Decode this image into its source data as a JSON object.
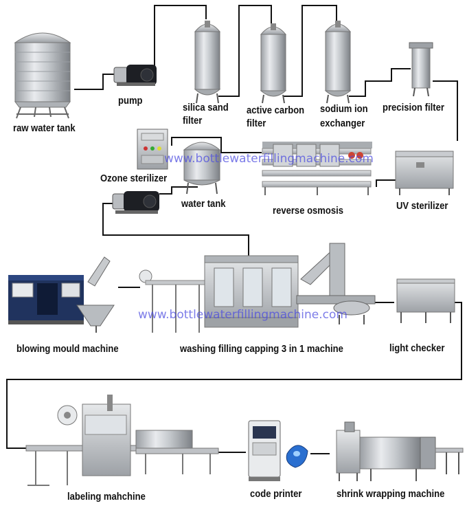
{
  "labels": {
    "raw_water_tank": "raw water tank",
    "pump": "pump",
    "silica_sand_filter_1": "silica sand",
    "silica_sand_filter_2": "filter",
    "active_carbon_filter_1": "active carbon",
    "active_carbon_filter_2": "filter",
    "sodium_ion_exchanger_1": "sodium ion",
    "sodium_ion_exchanger_2": "exchanger",
    "precision_filter": "precision filter",
    "ozone_sterilizer": "Ozone sterilizer",
    "water_tank": "water tank",
    "reverse_osmosis": "reverse osmosis",
    "uv_sterilizer": "UV sterilizer",
    "blowing_mould_machine": "blowing mould machine",
    "washing_filling_capping": "washing filling capping 3 in 1 machine",
    "light_checker": "light checker",
    "labeling_machine": "labeling mahchine",
    "code_printer": "code printer",
    "shrink_wrapping_machine": "shrink wrapping machine"
  },
  "watermark": "www.bottlewaterfillingmachine.com",
  "colors": {
    "pipe": "#111111",
    "steel": "#c9ccd0",
    "steel_dark": "#8d9196",
    "machine_blue": "#1c2f5e",
    "watermark": "#4a4ae0"
  },
  "icons": [
    "tank-icon",
    "pump-icon",
    "filter-vessel-icon",
    "cabinet-icon",
    "conveyor-icon",
    "printer-icon"
  ]
}
